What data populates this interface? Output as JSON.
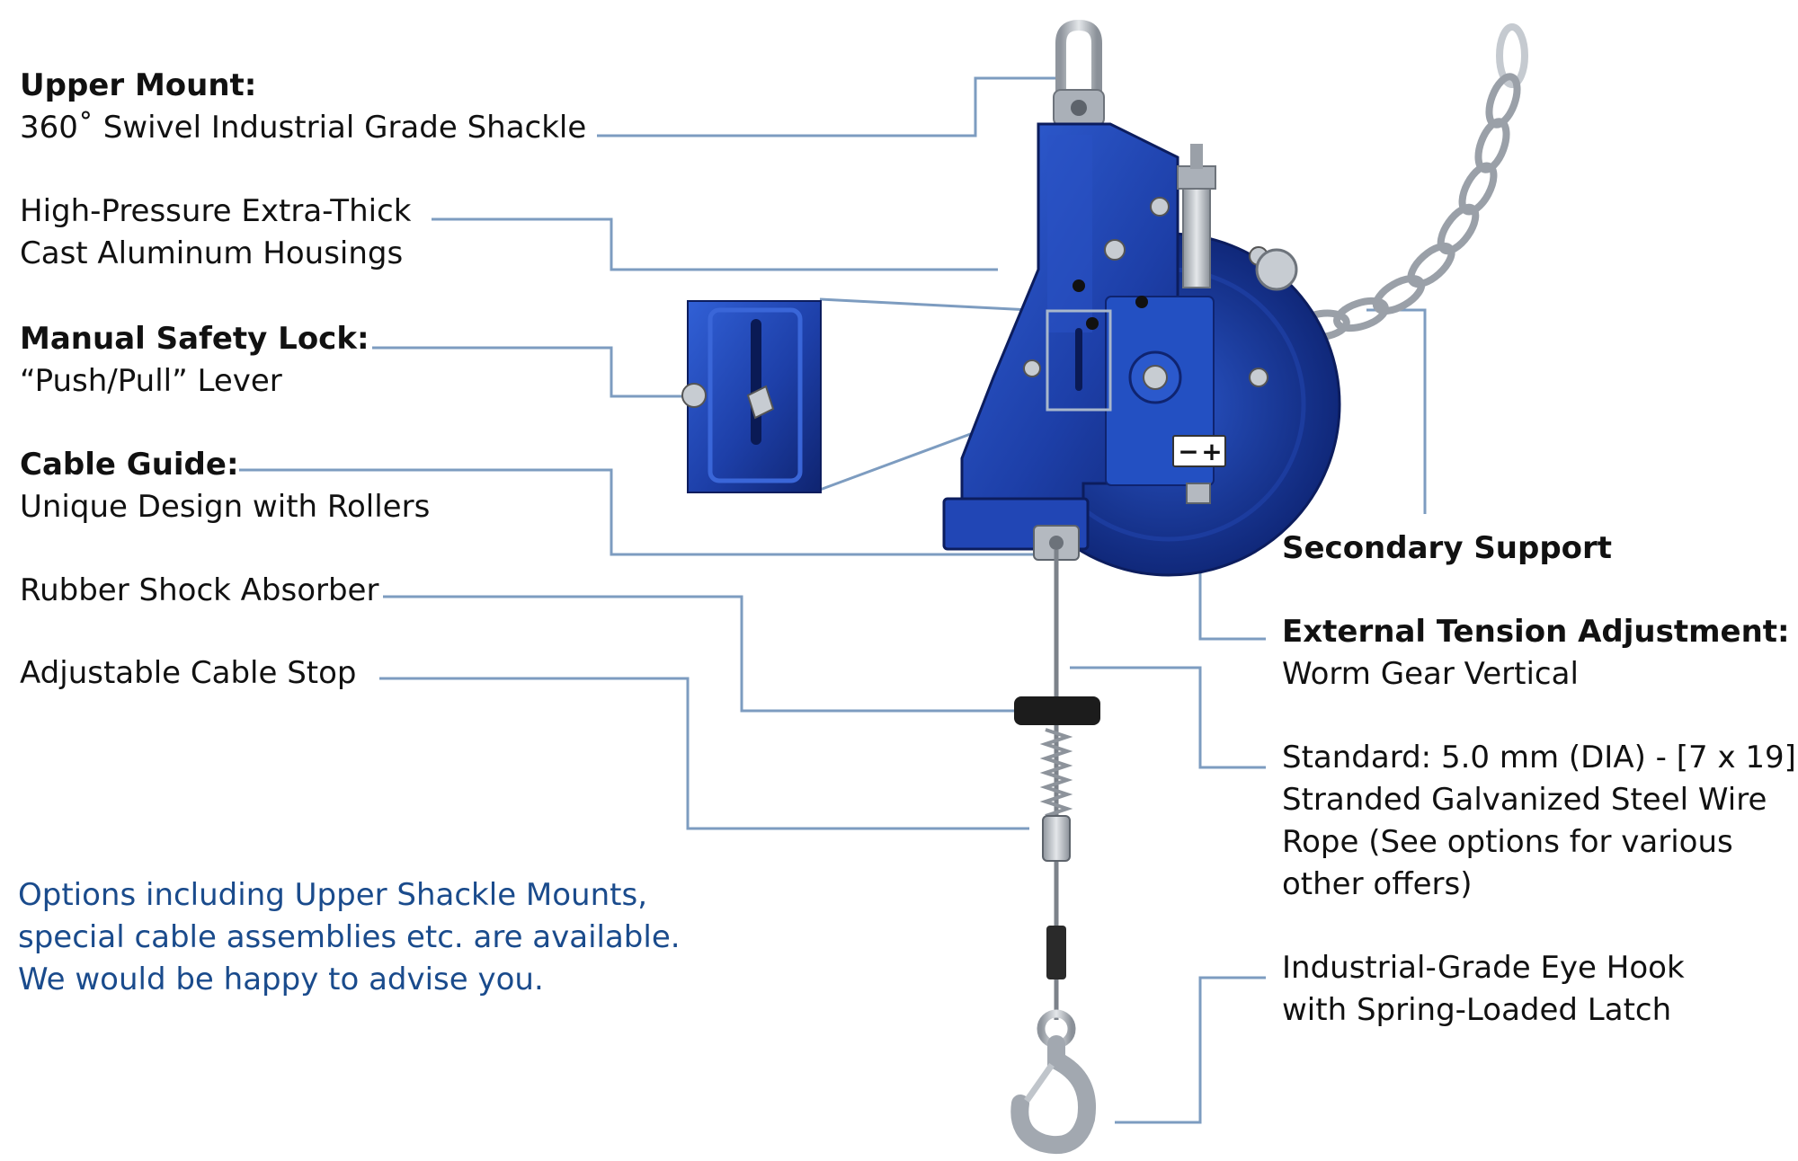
{
  "callouts": {
    "upper_mount": {
      "title": "Upper Mount:",
      "desc": "360˚ Swivel Industrial Grade Shackle"
    },
    "housings": {
      "line1": "High-Pressure Extra-Thick",
      "line2": "Cast Aluminum Housings"
    },
    "safety_lock": {
      "title": "Manual Safety Lock:",
      "desc": "“Push/Pull” Lever"
    },
    "cable_guide": {
      "title": "Cable Guide:",
      "desc": "Unique Design with Rollers"
    },
    "shock_absorber": {
      "line1": "Rubber Shock Absorber"
    },
    "cable_stop": {
      "line1": "Adjustable Cable Stop"
    },
    "secondary_support": {
      "title": "Secondary Support"
    },
    "tension_adjustment": {
      "title": "External Tension Adjustment:",
      "desc": "Worm Gear Vertical"
    },
    "wire_rope": {
      "line1": "Standard: 5.0 mm (DIA) - [7 x 19]",
      "line2": "Stranded Galvanized Steel Wire",
      "line3": "Rope (See options for various",
      "line4": "other offers)"
    },
    "eye_hook": {
      "line1": "Industrial-Grade Eye Hook",
      "line2": "with Spring-Loaded Latch"
    }
  },
  "options_note": {
    "line1": "Options including Upper Shackle Mounts,",
    "line2": "special cable assemblies etc. are available.",
    "line3": "We would be happy to advise you."
  },
  "panel": {
    "minus": "−",
    "plus": "+"
  },
  "colors": {
    "leader_line": "#7d9cc0",
    "housing_blue": "#1d3fa8",
    "housing_dark": "#0f2470",
    "steel": "#b9bec6",
    "options_text": "#1a4b8c"
  }
}
